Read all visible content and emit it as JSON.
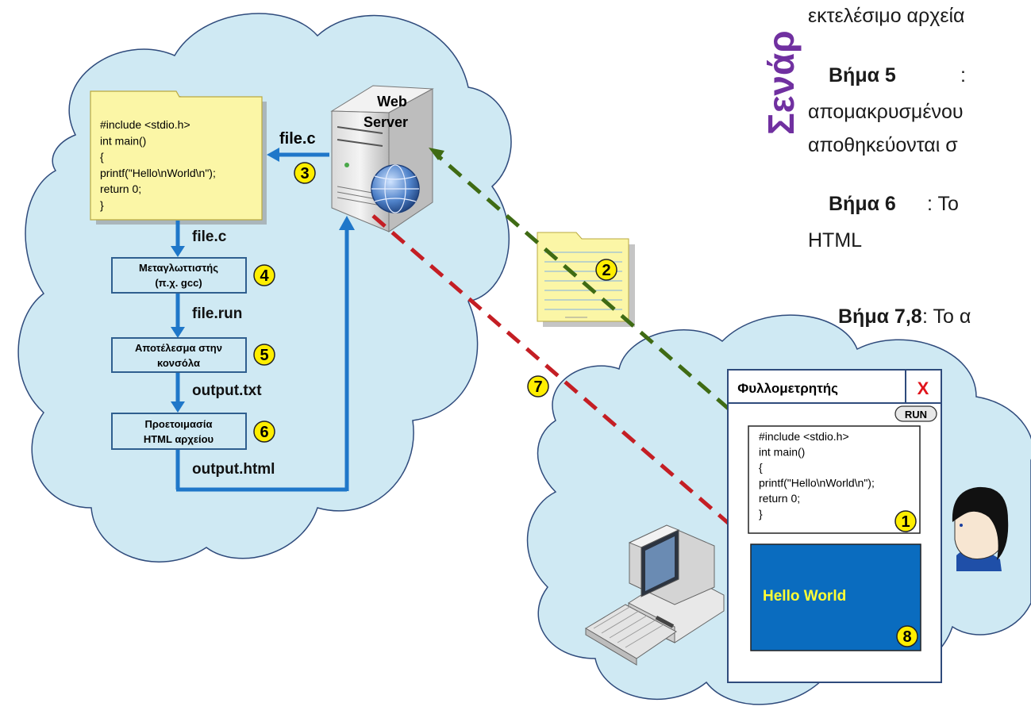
{
  "side_title": "Σενάρ",
  "steps_text": [
    {
      "prefix": "",
      "body": "εκτελέσιμο αρχεία"
    },
    {
      "prefix": "Βήμα 5",
      "body": ":"
    },
    {
      "prefix": "",
      "body": "απομακρυσμένου"
    },
    {
      "prefix": "",
      "body": "αποθηκεύονται σ"
    },
    {
      "prefix": "Βήμα 6",
      "body": ": Το"
    },
    {
      "prefix": "",
      "body": "HTML"
    },
    {
      "prefix": "Βήμα 7,8",
      "body": ": Το α"
    }
  ],
  "server": {
    "line1": "Web",
    "line2": "Server"
  },
  "code_lines": [
    "#include <stdio.h>",
    "int main()",
    "{",
    "  printf(\"Hello\\nWorld\\n\");",
    "  return 0;",
    "}"
  ],
  "flow": {
    "file_c_top": "file.c",
    "file_c": "file.c",
    "file_run": "file.run",
    "output_txt": "output.txt",
    "output_html": "output.html",
    "compiler_l1": "Μεταγλωττιστής",
    "compiler_l2": "(π.χ. gcc)",
    "console_l1": "Αποτέλεσμα στην",
    "console_l2": "κονσόλα",
    "prep_l1": "Προετοιμασία",
    "prep_l2": "HTML αρχείου"
  },
  "badges": {
    "b1": "1",
    "b2": "2",
    "b3": "3",
    "b4": "4",
    "b5": "5",
    "b6": "6",
    "b7": "7",
    "b8": "8"
  },
  "browser": {
    "title": "Φυλλομετρητής",
    "close": "X",
    "run": "RUN",
    "output": "Hello World"
  },
  "colors": {
    "cloud": "#cfe9f3",
    "cloud_stroke": "#2f4b7c",
    "flow_blue": "#1f77c9",
    "note_yellow": "#fbf6a6",
    "dash_green": "#3f6b14",
    "dash_red": "#c41e24",
    "output_blue": "#0a6cbf",
    "output_text": "#ffff33",
    "badge_fill": "#ffee00",
    "title_purple": "#7030a0",
    "close_red": "#e0141c"
  }
}
